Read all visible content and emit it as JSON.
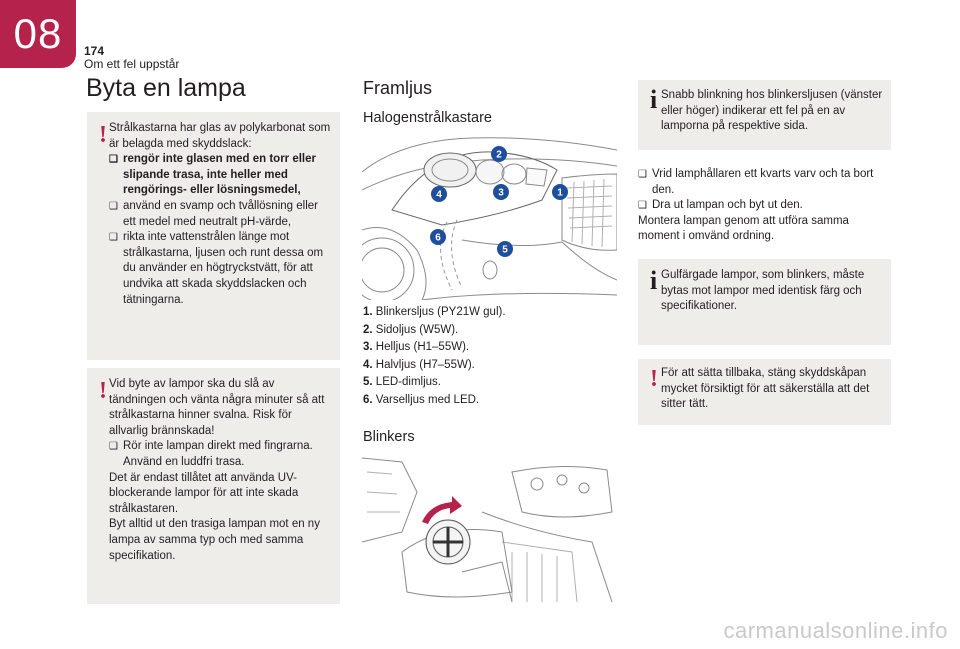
{
  "header": {
    "chapter": "08",
    "page_number": "174",
    "section": "Om ett fel uppstår"
  },
  "left": {
    "title": "Byta en lampa",
    "box1": {
      "intro": "Strålkastarna har glas av polykarbonat som är belagda med skyddslack:",
      "bullets": [
        "rengör inte glasen med en torr eller slipande trasa, inte heller med rengörings- eller lösningsmedel,",
        "använd en svamp och tvållösning eller ett medel med neutralt pH-värde,",
        "rikta inte vattenstrålen länge mot strålkastarna, ljusen och runt dessa om du använder en högtryckstvätt, för att undvika att skada skyddslacken och tätningarna."
      ]
    },
    "box2": {
      "intro": "Vid byte av lampor ska du slå av tändningen och vänta några minuter så att strålkastarna hinner svalna. Risk för allvarlig brännskada!",
      "bullet": "Rör inte lampan direkt med fingrarna. Använd en luddfri trasa.",
      "para1": "Det är endast tillåtet att använda UV-blockerande lampor för att inte skada strålkastaren.",
      "para2": "Byt alltid ut den trasiga lampan mot en ny lampa av samma typ och med samma specifikation."
    }
  },
  "middle": {
    "title": "Framljus",
    "subtitle1": "Halogenstrålkastare",
    "callouts": [
      "1",
      "2",
      "3",
      "4",
      "5",
      "6"
    ],
    "items": [
      {
        "num": "1.",
        "text": "Blinkersljus (PY21W gul)."
      },
      {
        "num": "2.",
        "text": "Sidoljus (W5W)."
      },
      {
        "num": "3.",
        "text": "Helljus (H1–55W)."
      },
      {
        "num": "4.",
        "text": "Halvljus (H7–55W)."
      },
      {
        "num": "5.",
        "text": "LED-dimljus."
      },
      {
        "num": "6.",
        "text": "Varselljus med LED."
      }
    ],
    "subtitle2": "Blinkers"
  },
  "right": {
    "info1": "Snabb blinkning hos blinkersljusen (vänster eller höger) indikerar ett fel på en av lamporna på respektive sida.",
    "steps": [
      "Vrid lamphållaren ett kvarts varv och ta bort den.",
      "Dra ut lampan och byt ut den."
    ],
    "note": "Montera lampan genom att utföra samma moment i omvänd ordning.",
    "info2": "Gulfärgade lampor, som blinkers, måste bytas mot lampor med identisk färg och specifikationer.",
    "warn3": "För att sätta tillbaka, stäng skyddskåpan mycket försiktigt för att säkerställa att det sitter tätt."
  },
  "footer": {
    "watermark": "carmanualsonline.info"
  },
  "colors": {
    "accent": "#b5234d",
    "callout_blue": "#1f4e9c",
    "box_bg": "#efedea"
  }
}
